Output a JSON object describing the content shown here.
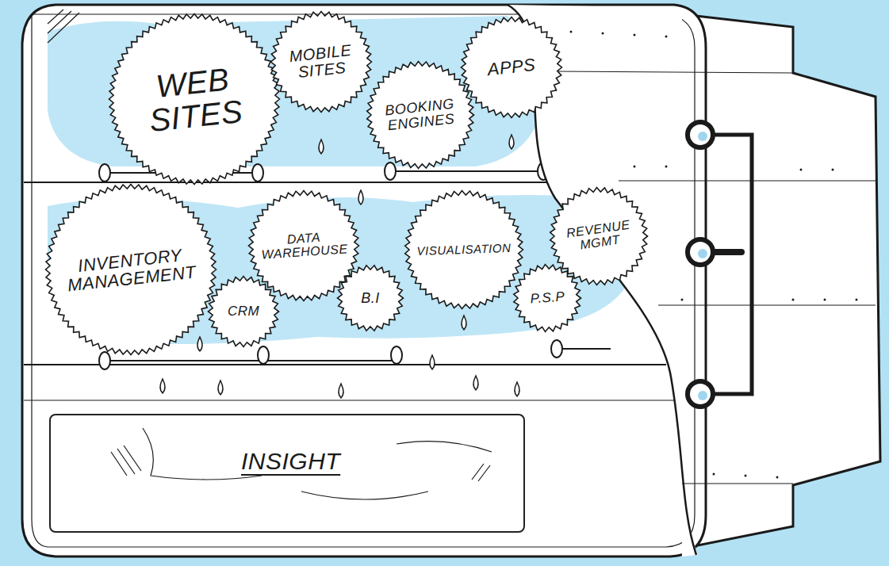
{
  "diagram": {
    "nodes": [
      {
        "text": [
          "WEB SITES"
        ]
      },
      {
        "text": [
          "MOBILE SITES"
        ]
      },
      {
        "text": [
          "BOOKING ENGINES"
        ]
      },
      {
        "text": [
          "APPS"
        ]
      },
      {
        "text": [
          "INVENTORY MANAGEMENT"
        ]
      },
      {
        "text": [
          "DATA WAREHOUSE"
        ]
      },
      {
        "text": [
          "VISUALISATION"
        ]
      },
      {
        "text": [
          "REVENUE MGMT"
        ]
      },
      {
        "text": [
          "CRM"
        ]
      },
      {
        "text": [
          "B.I"
        ]
      },
      {
        "text": [
          "P.S.P"
        ]
      },
      {
        "text": [
          "INSIGHT"
        ]
      }
    ]
  }
}
